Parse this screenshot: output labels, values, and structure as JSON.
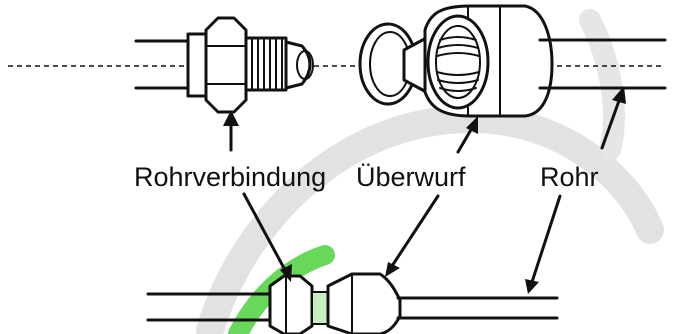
{
  "labels": {
    "union": "Rohrverbindung",
    "flare_nut": "Überwurf",
    "pipe": "Rohr"
  },
  "colors": {
    "line": "#111111",
    "watermark_grey": "#d9d9d9",
    "watermark_green": "#4cd13d"
  }
}
